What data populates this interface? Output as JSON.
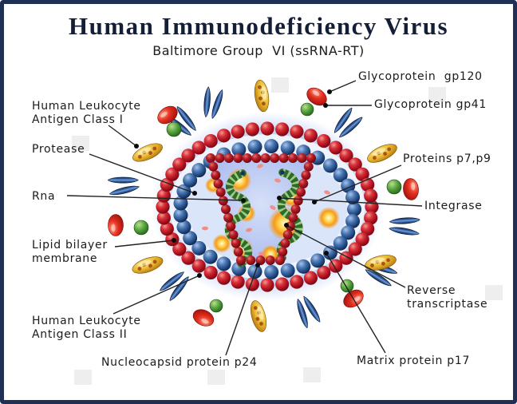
{
  "header": {
    "title": "Human Immunodeficiency Virus",
    "subtitle": "Baltimore Group  VI (ssRNA-RT)"
  },
  "labels": {
    "hla_class_1": "Human Leukocyte\nAntigen Class I",
    "protease": "Protease",
    "rna": "Rna",
    "lipid_bilayer": "Lipid bilayer\nmembrane",
    "hla_class_2": "Human Leukocyte\nAntigen Class II",
    "nucleocapsid_p24": "Nucleocapsid protein p24",
    "matrix_p17": "Matrix protein p17",
    "gp120": "Glycoprotein  gp120",
    "gp41": "Glycoprotein gp41",
    "p7_p9": "Proteins p7,p9",
    "integrase": "Integrase",
    "reverse_transcriptase": "Reverse\ntranscriptase"
  },
  "colors": {
    "frame_border": "#1f3054",
    "title_text": "#141e36",
    "label_text": "#1b1b1b",
    "leader_line": "#222222",
    "glow_blue": "#a8bdee",
    "membrane_red": "#b01321",
    "matrix_blue": "#27508f",
    "capsid_red": "#9c0f1c",
    "rna_green": "#3f7a33",
    "spike_blue": "#16355f",
    "knob_red": "#cf1f14",
    "stem_green": "#3c8a2e",
    "enzyme_gold": "#d9a621",
    "glow_dot_orange": "#f59b1e",
    "watermark_gray": "#d2d2d2"
  }
}
